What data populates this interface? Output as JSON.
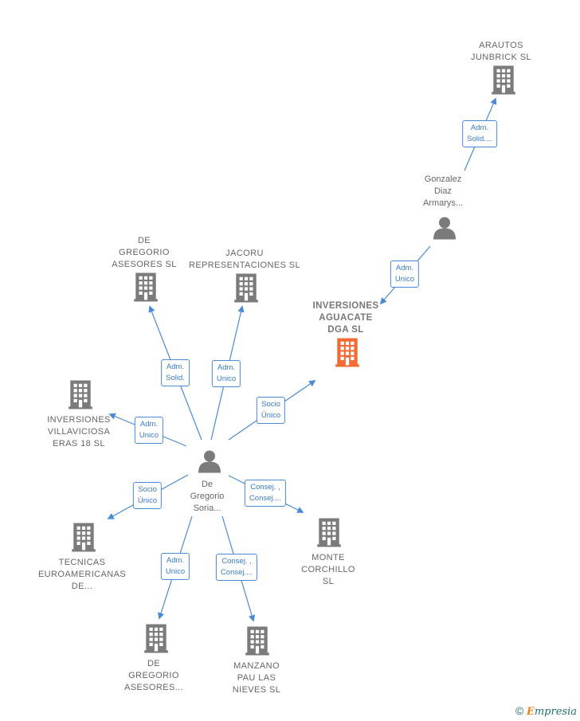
{
  "nodes": {
    "person_main": {
      "label": "De\nGregorio\nSoria...",
      "type": "person"
    },
    "person_gonzalez": {
      "label": "Gonzalez\nDiaz\nArmarys...",
      "type": "person"
    },
    "inversiones_aguacate": {
      "label": "INVERSIONES\nAGUACATE\nDGA  SL",
      "type": "company-focus"
    },
    "arautos": {
      "label": "ARAUTOS\nJUNBRICK  SL",
      "type": "company"
    },
    "de_gregorio_asesores_sl": {
      "label": "DE\nGREGORIO\nASESORES  SL",
      "type": "company"
    },
    "jacoru": {
      "label": "JACORU\nREPRESENTACIONES SL",
      "type": "company"
    },
    "inversiones_villaviciosa": {
      "label": "INVERSIONES\nVILLAVICIOSA\nERAS 18  SL",
      "type": "company"
    },
    "tecnicas": {
      "label": "TECNICAS\nEUROAMERICANAS\nDE...",
      "type": "company"
    },
    "monte_corchillo": {
      "label": "MONTE\nCORCHILLO\nSL",
      "type": "company"
    },
    "de_gregorio_asesores_2": {
      "label": "DE\nGREGORIO\nASESORES...",
      "type": "company"
    },
    "manzano": {
      "label": "MANZANO\nPAU LAS\nNIEVES SL",
      "type": "company"
    }
  },
  "edges": [
    {
      "label": "Adm.\nSolid....",
      "from": "person_gonzalez",
      "to": "arautos"
    },
    {
      "label": "Adm.\nUnico",
      "from": "person_gonzalez",
      "to": "inversiones_aguacate"
    },
    {
      "label": "Adm.\nSolid.",
      "from": "person_main",
      "to": "de_gregorio_asesores_sl"
    },
    {
      "label": "Adm.\nUnico",
      "from": "person_main",
      "to": "jacoru"
    },
    {
      "label": "Socio\nÚnico",
      "from": "person_main",
      "to": "inversiones_aguacate"
    },
    {
      "label": "Adm.\nUnico",
      "from": "person_main",
      "to": "inversiones_villaviciosa"
    },
    {
      "label": "Socio\nÚnico",
      "from": "person_main",
      "to": "tecnicas"
    },
    {
      "label": "Consej. ,\nConsej....",
      "from": "person_main",
      "to": "monte_corchillo"
    },
    {
      "label": "Adm.\nUnico",
      "from": "person_main",
      "to": "de_gregorio_asesores_2"
    },
    {
      "label": "Consej. ,\nConsej....",
      "from": "person_main",
      "to": "manzano"
    }
  ],
  "colors": {
    "edge": "#4a8ad4",
    "building": "#7b7b7b",
    "focus_building": "#f26a36",
    "person": "#7b7b7b"
  },
  "footer": {
    "copyright": "©",
    "brand_initial": "E",
    "brand_rest": "mpresia"
  }
}
